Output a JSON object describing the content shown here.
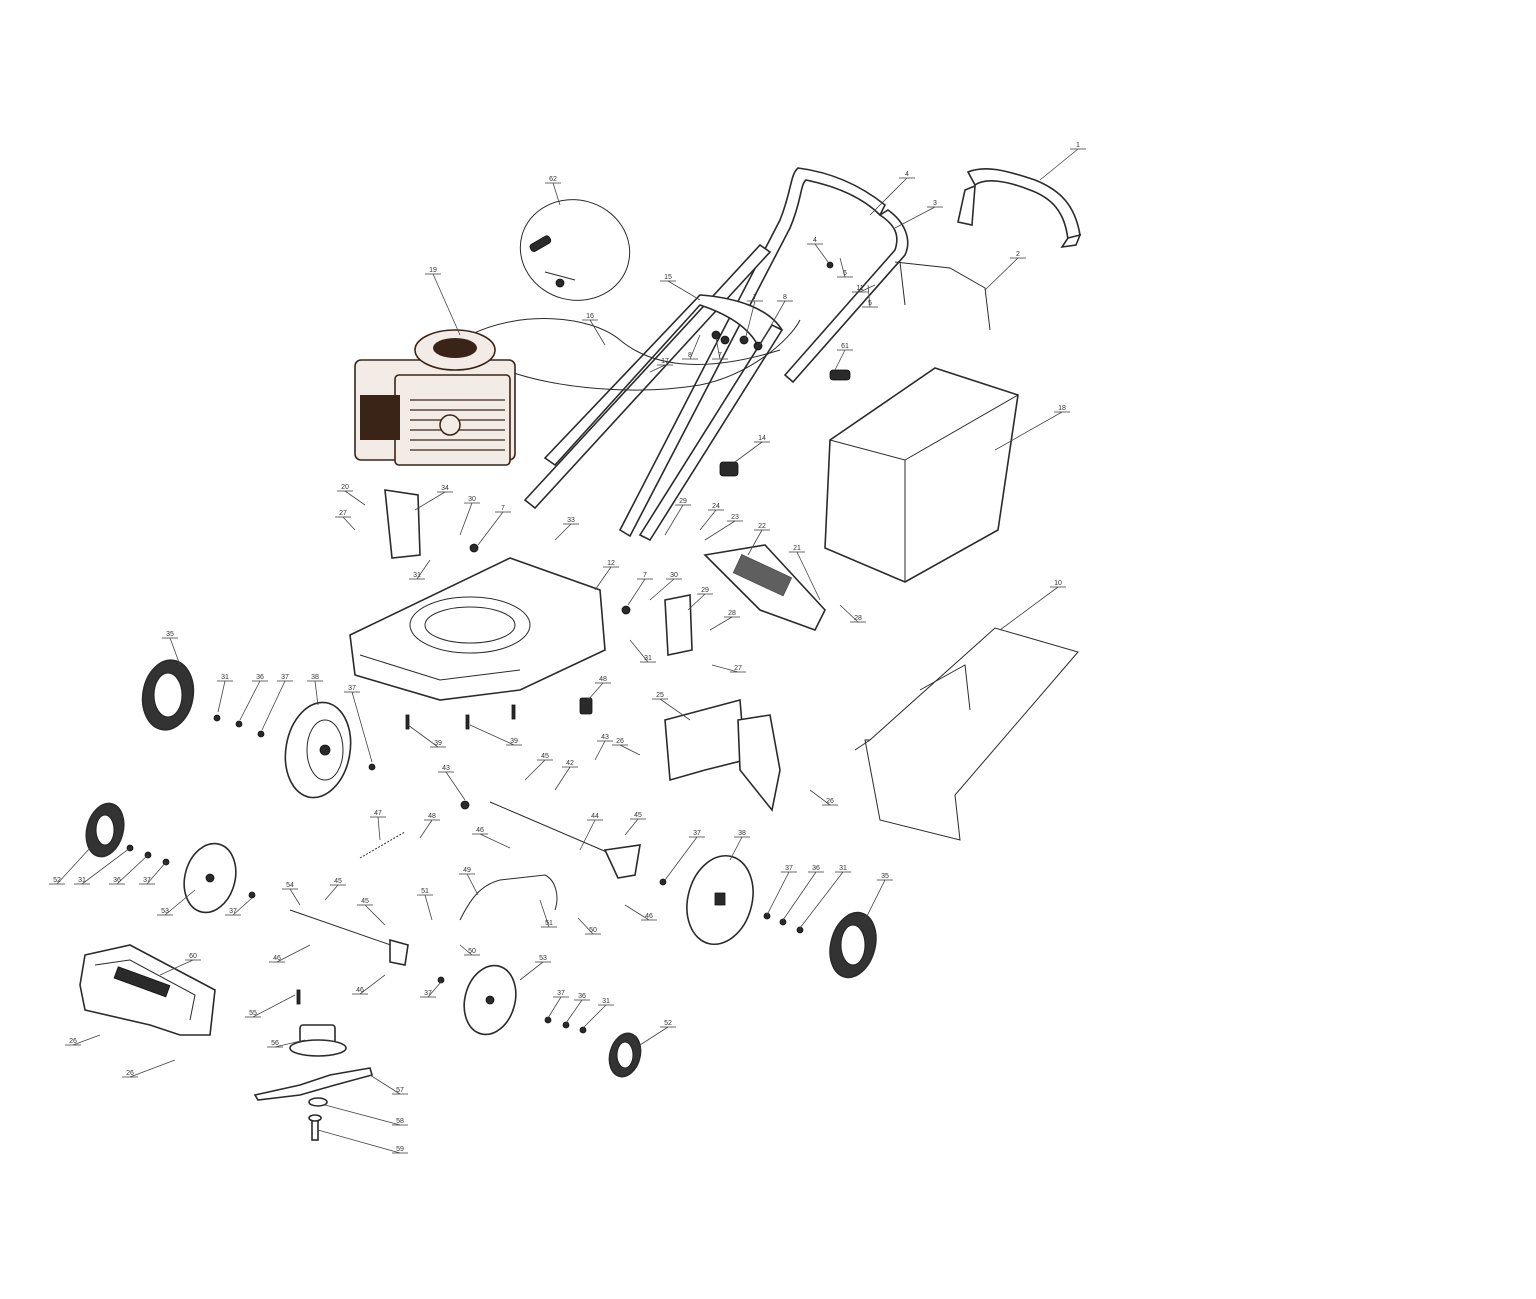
{
  "diagram": {
    "callouts": [
      {
        "id": "c1",
        "text": "1"
      },
      {
        "id": "c2",
        "text": "2"
      },
      {
        "id": "c3",
        "text": "3"
      },
      {
        "id": "c4",
        "text": "4"
      },
      {
        "id": "c4b",
        "text": "4"
      },
      {
        "id": "c5",
        "text": "5"
      },
      {
        "id": "c6",
        "text": "6"
      },
      {
        "id": "c7",
        "text": "7"
      },
      {
        "id": "c8",
        "text": "8"
      },
      {
        "id": "c8b",
        "text": "8"
      },
      {
        "id": "c7b",
        "text": "7"
      },
      {
        "id": "c15",
        "text": "15"
      },
      {
        "id": "c16",
        "text": "16"
      },
      {
        "id": "c17",
        "text": "17"
      },
      {
        "id": "c19",
        "text": "19"
      },
      {
        "id": "c61",
        "text": "61"
      },
      {
        "id": "c62",
        "text": "62"
      },
      {
        "id": "c14",
        "text": "14"
      },
      {
        "id": "c18",
        "text": "18"
      },
      {
        "id": "c10",
        "text": "10"
      },
      {
        "id": "c20",
        "text": "20"
      },
      {
        "id": "c34",
        "text": "34"
      },
      {
        "id": "c30",
        "text": "30"
      },
      {
        "id": "c7c",
        "text": "7"
      },
      {
        "id": "c27",
        "text": "27"
      },
      {
        "id": "c33",
        "text": "33"
      },
      {
        "id": "c31",
        "text": "31"
      },
      {
        "id": "c29",
        "text": "29"
      },
      {
        "id": "c24",
        "text": "24"
      },
      {
        "id": "c23",
        "text": "23"
      },
      {
        "id": "c22",
        "text": "22"
      },
      {
        "id": "c21",
        "text": "21"
      },
      {
        "id": "c28",
        "text": "28"
      },
      {
        "id": "c12",
        "text": "12"
      },
      {
        "id": "c7d",
        "text": "7"
      },
      {
        "id": "c30b",
        "text": "30"
      },
      {
        "id": "c29b",
        "text": "29"
      },
      {
        "id": "c28b",
        "text": "28"
      },
      {
        "id": "c31b",
        "text": "31"
      },
      {
        "id": "c27b",
        "text": "27"
      },
      {
        "id": "c35",
        "text": "35"
      },
      {
        "id": "c31c",
        "text": "31"
      },
      {
        "id": "c36",
        "text": "36"
      },
      {
        "id": "c37",
        "text": "37"
      },
      {
        "id": "c38",
        "text": "38"
      },
      {
        "id": "c37b",
        "text": "37"
      },
      {
        "id": "c39",
        "text": "39"
      },
      {
        "id": "c39b",
        "text": "39"
      },
      {
        "id": "c48",
        "text": "48"
      },
      {
        "id": "c25",
        "text": "25"
      },
      {
        "id": "c43",
        "text": "43"
      },
      {
        "id": "c26",
        "text": "26"
      },
      {
        "id": "c42",
        "text": "42"
      },
      {
        "id": "c45",
        "text": "45"
      },
      {
        "id": "c43b",
        "text": "43"
      },
      {
        "id": "c26b",
        "text": "26"
      },
      {
        "id": "c47",
        "text": "47"
      },
      {
        "id": "c48b",
        "text": "48"
      },
      {
        "id": "c46",
        "text": "46"
      },
      {
        "id": "c44",
        "text": "44"
      },
      {
        "id": "c45b",
        "text": "45"
      },
      {
        "id": "c37c",
        "text": "37"
      },
      {
        "id": "c38b",
        "text": "38"
      },
      {
        "id": "c52",
        "text": "52"
      },
      {
        "id": "c31d",
        "text": "31"
      },
      {
        "id": "c36b",
        "text": "36"
      },
      {
        "id": "c37d",
        "text": "37"
      },
      {
        "id": "c53",
        "text": "53"
      },
      {
        "id": "c37e",
        "text": "37"
      },
      {
        "id": "c54",
        "text": "54"
      },
      {
        "id": "c45c",
        "text": "45"
      },
      {
        "id": "c45d",
        "text": "45"
      },
      {
        "id": "c46b",
        "text": "46"
      },
      {
        "id": "c46c",
        "text": "46"
      },
      {
        "id": "c51",
        "text": "51"
      },
      {
        "id": "c49",
        "text": "49"
      },
      {
        "id": "c51b",
        "text": "51"
      },
      {
        "id": "c50",
        "text": "50"
      },
      {
        "id": "c50b",
        "text": "50"
      },
      {
        "id": "c46d",
        "text": "46"
      },
      {
        "id": "c37f",
        "text": "37"
      },
      {
        "id": "c36c",
        "text": "36"
      },
      {
        "id": "c31e",
        "text": "31"
      },
      {
        "id": "c35b",
        "text": "35"
      },
      {
        "id": "c53b",
        "text": "53"
      },
      {
        "id": "c37g",
        "text": "37"
      },
      {
        "id": "c37h",
        "text": "37"
      },
      {
        "id": "c36d",
        "text": "36"
      },
      {
        "id": "c31f",
        "text": "31"
      },
      {
        "id": "c52b",
        "text": "52"
      },
      {
        "id": "c60",
        "text": "60"
      },
      {
        "id": "c26c",
        "text": "26"
      },
      {
        "id": "c26d",
        "text": "26"
      },
      {
        "id": "c55",
        "text": "55"
      },
      {
        "id": "c56",
        "text": "56"
      },
      {
        "id": "c57",
        "text": "57"
      },
      {
        "id": "c58",
        "text": "58"
      },
      {
        "id": "c59",
        "text": "59"
      },
      {
        "id": "c11",
        "text": "11"
      }
    ]
  }
}
